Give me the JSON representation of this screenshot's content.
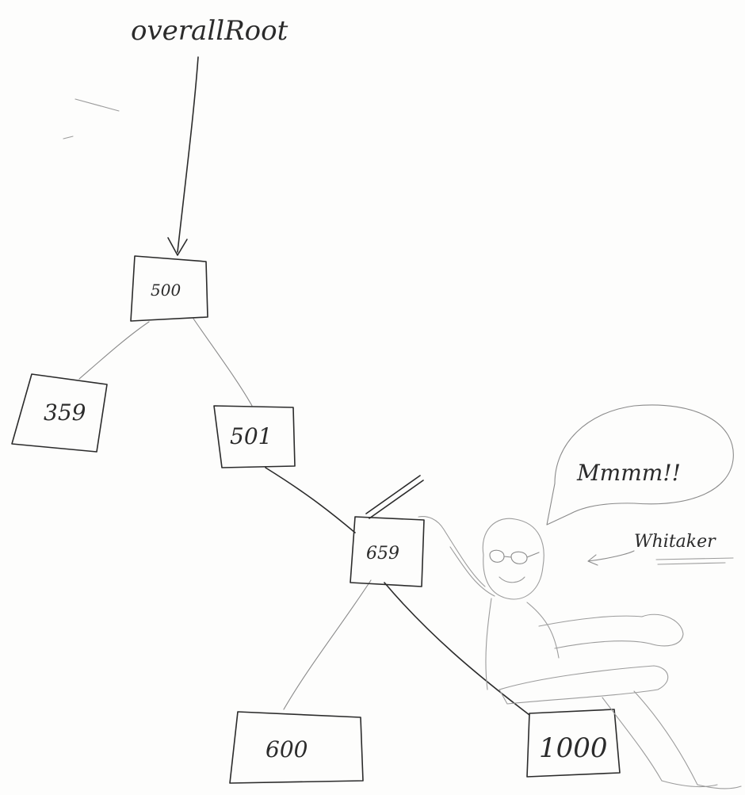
{
  "root_label": "overallRoot",
  "nodes": [
    {
      "id": "n500",
      "value": "500"
    },
    {
      "id": "n359",
      "value": "359"
    },
    {
      "id": "n501",
      "value": "501"
    },
    {
      "id": "n659",
      "value": "659"
    },
    {
      "id": "n600",
      "value": "600"
    },
    {
      "id": "n1000",
      "value": "1000"
    }
  ],
  "edges": [
    {
      "from": "500",
      "to": "359"
    },
    {
      "from": "500",
      "to": "501"
    },
    {
      "from": "501",
      "to": "659"
    },
    {
      "from": "659",
      "to": "600"
    },
    {
      "from": "659",
      "to": "1000"
    }
  ],
  "speech_bubble": "Mmmm!!",
  "character_name": "Whitaker"
}
